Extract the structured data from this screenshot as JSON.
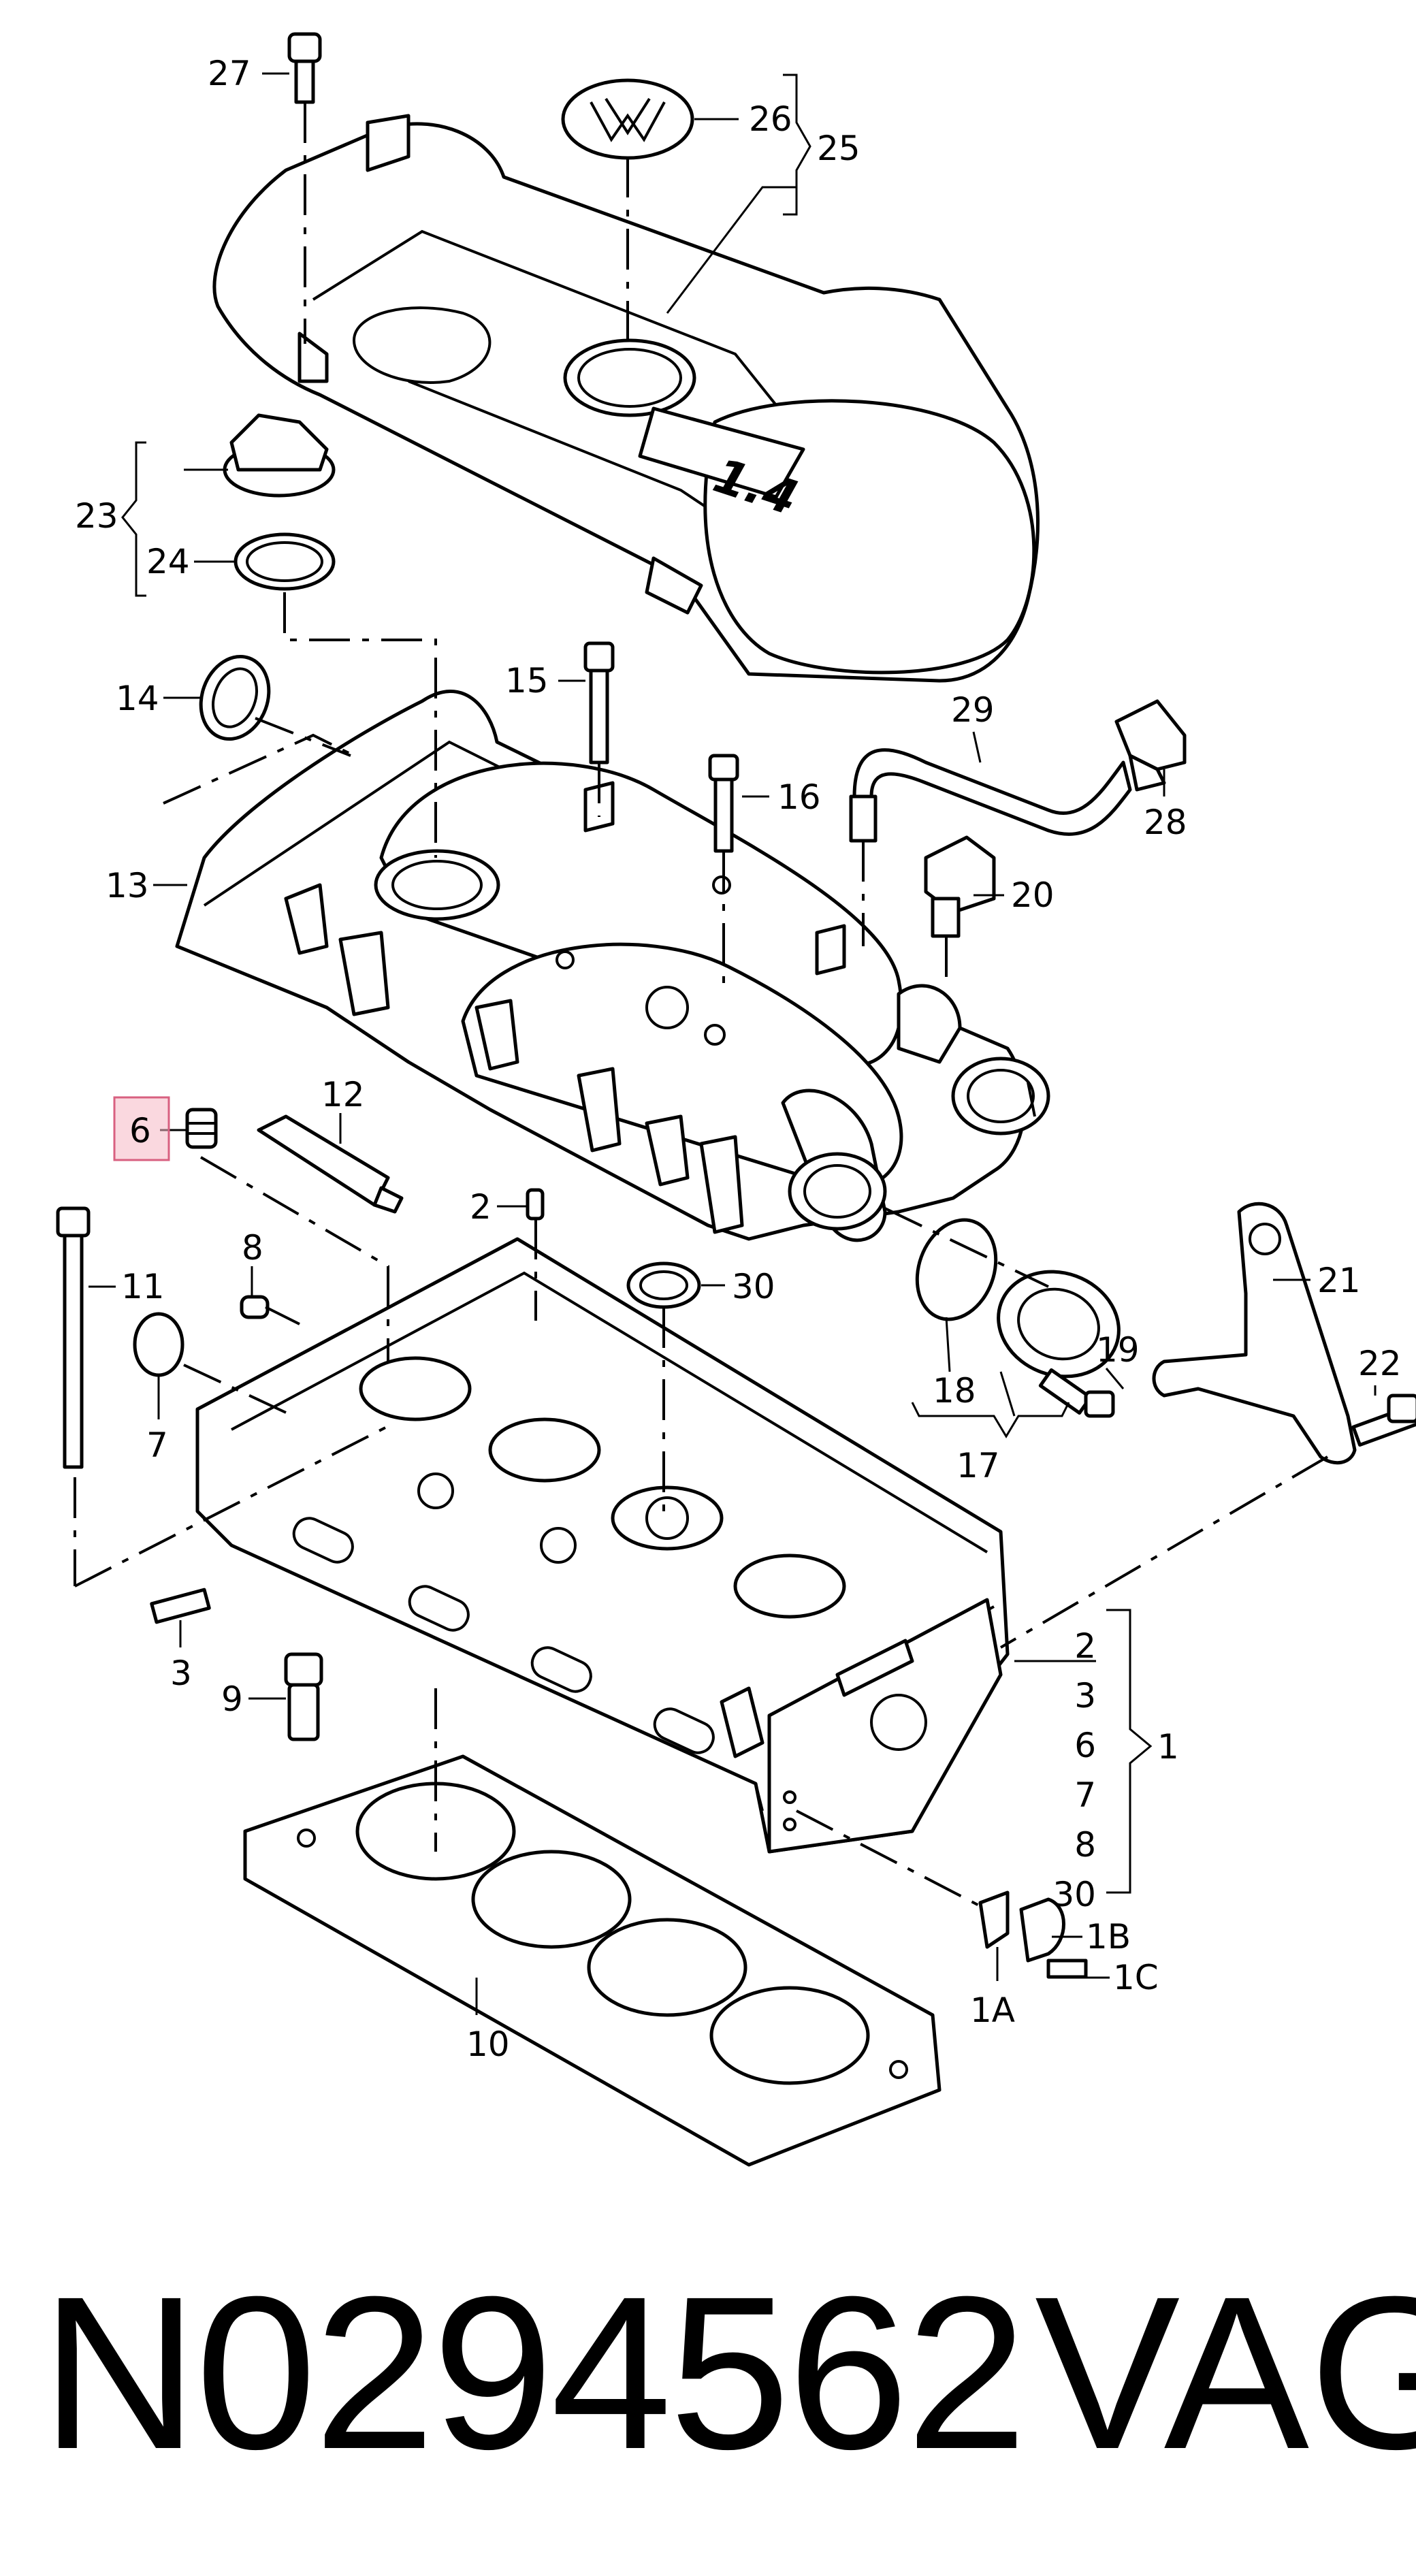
{
  "diagram": {
    "engine_badge": "1.4",
    "callouts": {
      "c1": "1",
      "c1A": "1A",
      "c1B": "1B",
      "c1C": "1C",
      "c2": "2",
      "c3": "3",
      "c6": "6",
      "c7": "7",
      "c8": "8",
      "c9": "9",
      "c10": "10",
      "c11": "11",
      "c12": "12",
      "c13": "13",
      "c14": "14",
      "c15": "15",
      "c16": "16",
      "c17": "17",
      "c18": "18",
      "c19": "19",
      "c20": "20",
      "c21": "21",
      "c22": "22",
      "c23": "23",
      "c24": "24",
      "c25": "25",
      "c26": "26",
      "c27": "27",
      "c28": "28",
      "c29": "29",
      "c30": "30"
    },
    "group_1_items": [
      "2",
      "3",
      "6",
      "7",
      "8",
      "30"
    ],
    "highlighted_callout": "6",
    "highlight_color": "#f5b8c4"
  },
  "footer": {
    "part_number": "N0294562",
    "brand": "VAG"
  }
}
